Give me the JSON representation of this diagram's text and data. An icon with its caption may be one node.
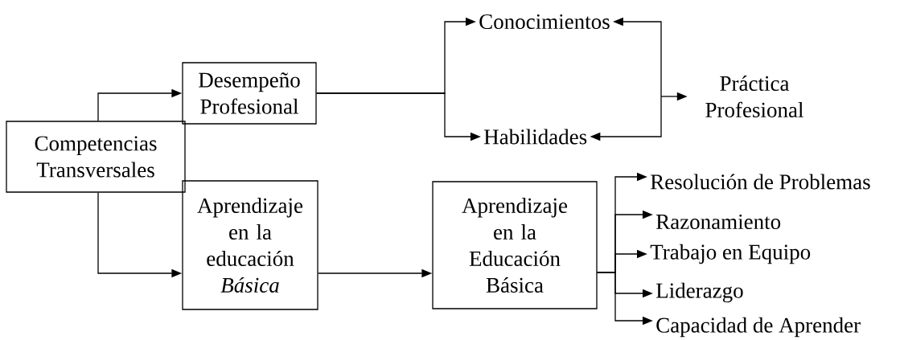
{
  "diagram": {
    "nodes": [
      {
        "text": [
          "Competencias Transversales"
        ]
      },
      {
        "text": [
          "Desempeño Profesional"
        ]
      },
      {
        "text": [
          "Conocimientos"
        ]
      },
      {
        "text": [
          "Habilidades"
        ]
      },
      {
        "text": [
          "Práctica Profesional"
        ]
      },
      {
        "text": [
          "Aprendizaje en la educación *Básica*"
        ]
      },
      {
        "text": [
          "Aprendizaje en la Educación Básica"
        ]
      },
      {
        "text": [
          "Resolución de Problemas"
        ]
      },
      {
        "text": [
          "Razonamiento"
        ]
      },
      {
        "text": [
          "Trabajo en Equipo"
        ]
      },
      {
        "text": [
          "Liderazgo"
        ]
      },
      {
        "text": [
          "Capacidad de Aprender"
        ]
      }
    ],
    "edges": [
      {
        "from": 0,
        "to": 1,
        "arrow": "to"
      },
      {
        "from": 0,
        "to": 5,
        "arrow": "to"
      },
      {
        "from": 1,
        "to": 2,
        "arrow": "to"
      },
      {
        "from": 1,
        "to": 3,
        "arrow": "to"
      },
      {
        "from": 2,
        "to": 4,
        "arrow": "both"
      },
      {
        "from": 3,
        "to": 4,
        "arrow": "both"
      },
      {
        "from": 5,
        "to": 6,
        "arrow": "to"
      },
      {
        "from": 6,
        "to": 7,
        "arrow": "to"
      },
      {
        "from": 6,
        "to": 8,
        "arrow": "to"
      },
      {
        "from": 6,
        "to": 9,
        "arrow": "to"
      },
      {
        "from": 6,
        "to": 10,
        "arrow": "to"
      },
      {
        "from": 6,
        "to": 11,
        "arrow": "to"
      }
    ]
  }
}
